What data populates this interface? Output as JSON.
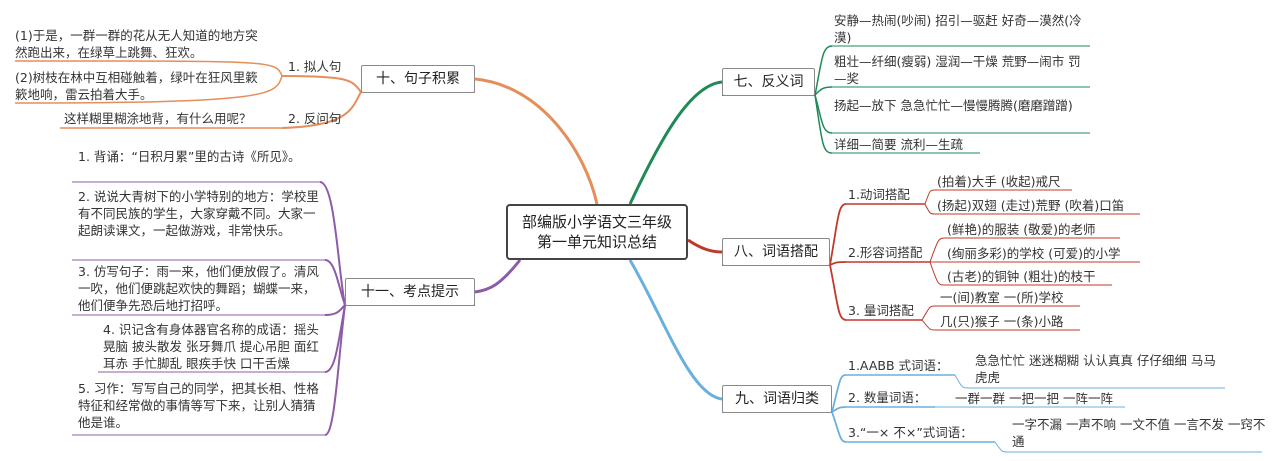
{
  "center_title": [
    "部编版小学语文三年级",
    "第一单元知识总结"
  ],
  "colors": {
    "orange": "#e58e5a",
    "green": "#1f8a57",
    "red": "#c0392b",
    "purple": "#8e5ba8",
    "blue": "#6ab0de",
    "node_border": "#8a8a8a"
  },
  "branch10": {
    "title": "十、句子积累",
    "subs": [
      {
        "label": "1. 拟人句",
        "items": [
          "(1)于是，一群一群的花从无人知道的地方突然跑出来，在绿草上跳舞、狂欢。",
          "(2)树枝在林中互相碰触着，绿叶在狂风里簌簌地响，雷云拍着大手。"
        ]
      },
      {
        "label": "2. 反问句",
        "items": [
          "这样糊里糊涂地背，有什么用呢？"
        ]
      }
    ]
  },
  "branch11": {
    "title": "十一、考点提示",
    "items": [
      "1. 背诵：“日积月累”里的古诗《所见》。",
      "2. 说说大青树下的小学特别的地方：学校里有不同民族的学生，大家穿戴不同。大家一起朗读课文，一起做游戏，非常快乐。",
      "3. 仿写句子：雨一来，他们便放假了。清风一吹，他们便跳起欢快的舞蹈；蝴蝶一来，他们便争先恐后地打招呼。",
      "4. 识记含有身体器官名称的成语：摇头晃脑 披头散发 张牙舞爪 提心吊胆 面红耳赤 手忙脚乱 眼疾手快 口干舌燥",
      "5. 习作：写写自己的同学，把其长相、性格特征和经常做的事情等写下来，让别人猜猜他是谁。"
    ]
  },
  "branch7": {
    "title": "七、反义词",
    "items": [
      "安静—热闹(吵闹) 招引—驱赶 好奇—漠然(冷漠)",
      "粗壮—纤细(瘦弱) 湿润—干燥 荒野—闹市 罚—奖",
      "扬起—放下 急急忙忙—慢慢腾腾(磨磨蹭蹭)",
      "详细—简要 流利—生疏"
    ]
  },
  "branch8": {
    "title": "八、词语搭配",
    "subs": [
      {
        "label": "1.动词搭配",
        "items": [
          "(拍着)大手 (收起)戒尺",
          "(扬起)双翅 (走过)荒野 (吹着)口笛"
        ]
      },
      {
        "label": "2.形容词搭配",
        "items": [
          "(鲜艳)的服装 (敬爱)的老师",
          "(绚丽多彩)的学校 (可爱)的小学",
          "(古老)的铜钟 (粗壮)的枝干"
        ]
      },
      {
        "label": "3. 量词搭配",
        "items": [
          "一(间)教室 一(所)学校",
          "几(只)猴子 一(条)小路"
        ]
      }
    ]
  },
  "branch9": {
    "title": "九、词语归类",
    "subs": [
      {
        "label": "1.AABB 式词语：",
        "items": [
          "急急忙忙 迷迷糊糊 认认真真 仔仔细细 马马虎虎"
        ]
      },
      {
        "label": "2. 数量词语：",
        "items": [
          "一群一群 一把一把 一阵一阵"
        ]
      },
      {
        "label": "3.“一× 不×”式词语：",
        "items": [
          "一字不漏 一声不响 一文不值 一言不发 一窍不通"
        ]
      }
    ]
  }
}
